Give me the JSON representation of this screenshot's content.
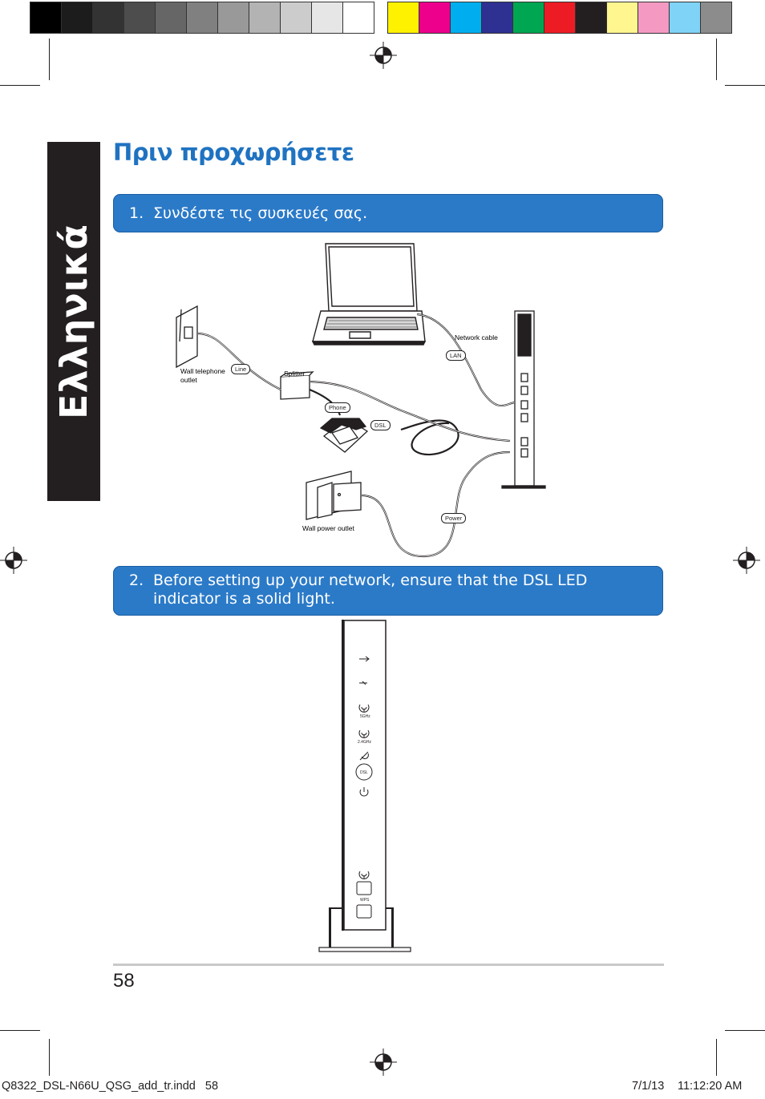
{
  "page": {
    "sidebar_label": "Ελληνικά",
    "heading": "Πριν προχωρήσετε",
    "step1": {
      "number": "1.",
      "text": "Συνδέστε τις συσκευές σας."
    },
    "step2": {
      "number": "2.",
      "text": "Before setting up your network, ensure that the DSL LED indicator is a solid light."
    },
    "page_number": "58"
  },
  "diagram": {
    "wall_telephone_outlet": "Wall telephone outlet",
    "splitter": "Splitter",
    "network_cable": "Network cable",
    "wall_power_outlet": "Wall power outlet",
    "tags": {
      "line": "Line",
      "phone": "Phone",
      "dsl": "DSL",
      "lan": "LAN",
      "power": "Power"
    }
  },
  "router_front": {
    "led_labels": {
      "five_ghz": "5GHz",
      "two_four_ghz": "2.4GHz",
      "dsl": "DSL",
      "wps": "WPS"
    }
  },
  "footer": {
    "file": "Q8322_DSL-N66U_QSG_add_tr.indd   58",
    "date": "7/1/13",
    "time": "11:12:20 AM"
  },
  "colors": {
    "accent_blue": "#2b7ac8",
    "heading_blue": "#1f73c1",
    "sidebar_dark": "#231f20",
    "gray_ramp": [
      "#000000",
      "#1c1c1c",
      "#333333",
      "#4d4d4d",
      "#666666",
      "#808080",
      "#999999",
      "#b3b3b3",
      "#cccccc",
      "#e6e6e6",
      "#ffffff"
    ],
    "process_ramp": [
      "#fff200",
      "#ec008c",
      "#00aeef",
      "#2e3192",
      "#00a651",
      "#ed1c24",
      "#231f20",
      "#fff68f",
      "#f49ac2",
      "#7fd3f7",
      "#8c8c8c"
    ]
  }
}
